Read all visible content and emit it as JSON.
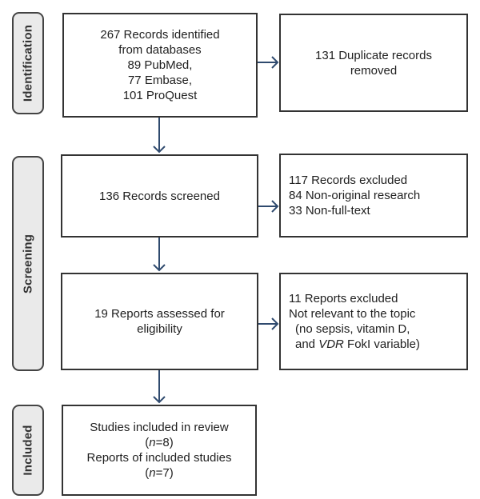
{
  "stages": {
    "identification": "Identification",
    "screening": "Screening",
    "included": "Included"
  },
  "boxes": {
    "identified": {
      "line1": "267 Records identified",
      "line2": "from databases",
      "line3": "89 PubMed,",
      "line4": "77 Embase,",
      "line5": "101 ProQuest"
    },
    "duplicates": {
      "line1": "131 Duplicate records",
      "line2": "removed"
    },
    "screened": {
      "line1": "136 Records screened"
    },
    "excluded_records": {
      "line1": "117 Records excluded",
      "line2": "84 Non-original research",
      "line3": "33 Non-full-text"
    },
    "assessed": {
      "line1": "19 Reports assessed for",
      "line2": "eligibility"
    },
    "excluded_reports": {
      "line1": "11 Reports excluded",
      "line2": "Not relevant to the topic",
      "line3": "(no sepsis, vitamin D,",
      "line4_prefix": "and ",
      "line4_italic": "VDR",
      "line4_suffix": " FokI variable)"
    },
    "included": {
      "line1": "Studies included in review",
      "line2_open": "(",
      "line2_n": "n",
      "line2_rest": "=8)",
      "line3": "Reports of included studies",
      "line4_open": "(",
      "line4_n": "n",
      "line4_rest": "=7)"
    }
  },
  "colors": {
    "arrow": "#2f4a6e",
    "stage_fill": "#eaeaea",
    "border": "#333333"
  }
}
